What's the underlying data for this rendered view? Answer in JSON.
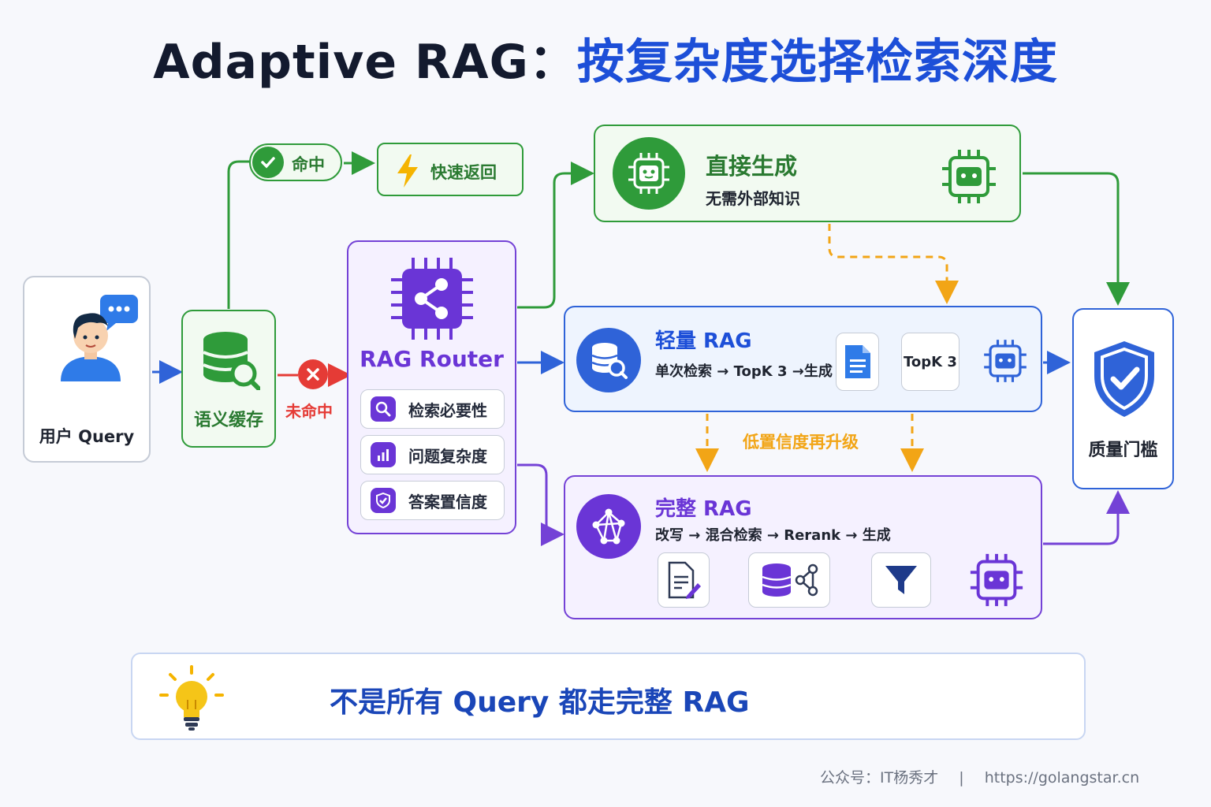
{
  "title": {
    "en": "Adaptive RAG：",
    "zh": "按复杂度选择检索深度"
  },
  "user_query": {
    "label": "用户 Query"
  },
  "semantic_cache": {
    "label": "语义缓存",
    "hit": "命中",
    "miss": "未命中"
  },
  "fast_return": {
    "label": "快速返回"
  },
  "router": {
    "label": "RAG Router",
    "criteria": [
      "检索必要性",
      "问题复杂度",
      "答案置信度"
    ]
  },
  "direct": {
    "title": "直接生成",
    "subtitle": "无需外部知识"
  },
  "light_rag": {
    "title": "轻量 RAG",
    "steps": "单次检索 → TopK 3 →生成",
    "topk": "TopK 3"
  },
  "upgrade": {
    "label": "低置信度再升级"
  },
  "full_rag": {
    "title": "完整 RAG",
    "steps": "改写 → 混合检索 → Rerank → 生成"
  },
  "quality_gate": {
    "label": "质量门槛"
  },
  "tip": {
    "text": "不是所有 Query 都走完整 RAG"
  },
  "footer": {
    "account": "公众号：IT杨秀才",
    "sep": "|",
    "url": "https://golangstar.cn"
  },
  "colors": {
    "green": "#2f9b3a",
    "purple": "#7442d6",
    "blue": "#2f63d8",
    "orange": "#f2a516",
    "red": "#e53b36"
  }
}
